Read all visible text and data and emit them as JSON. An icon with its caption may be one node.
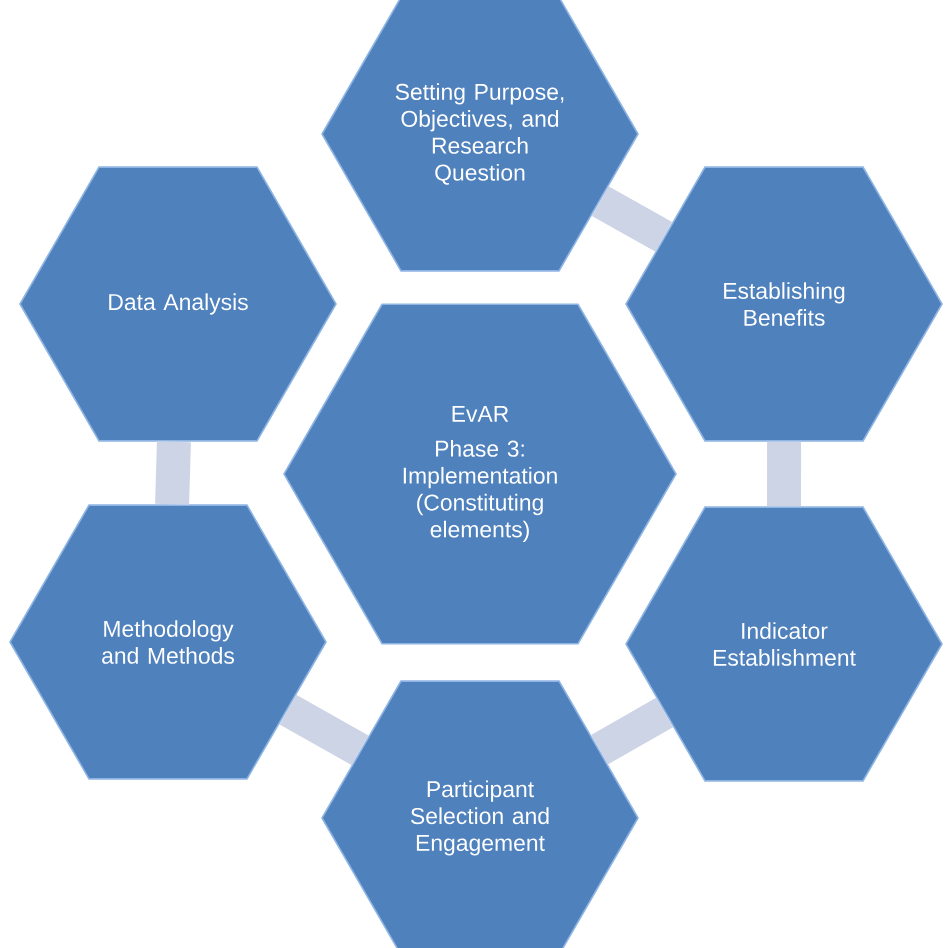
{
  "diagram": {
    "nodes": [
      {
        "text": [
          "Setting Purpose, Objectives, and Research Question"
        ]
      },
      {
        "text": [
          "Data Analysis"
        ]
      },
      {
        "text": [
          "Establishing Benefits"
        ]
      },
      {
        "text": [
          "EvAR",
          "Phase 3: Implementation (Constituting elements)"
        ]
      },
      {
        "text": [
          "Methodology and Methods"
        ]
      },
      {
        "text": [
          "Indicator Establishment"
        ]
      },
      {
        "text": [
          "Participant Selection and Engagement"
        ]
      }
    ],
    "edges": [
      {
        "from": 0,
        "to": 2,
        "arrow": "none"
      },
      {
        "from": 2,
        "to": 5,
        "arrow": "none"
      },
      {
        "from": 5,
        "to": 6,
        "arrow": "none"
      },
      {
        "from": 6,
        "to": 4,
        "arrow": "none"
      },
      {
        "from": 4,
        "to": 1,
        "arrow": "none"
      }
    ]
  }
}
